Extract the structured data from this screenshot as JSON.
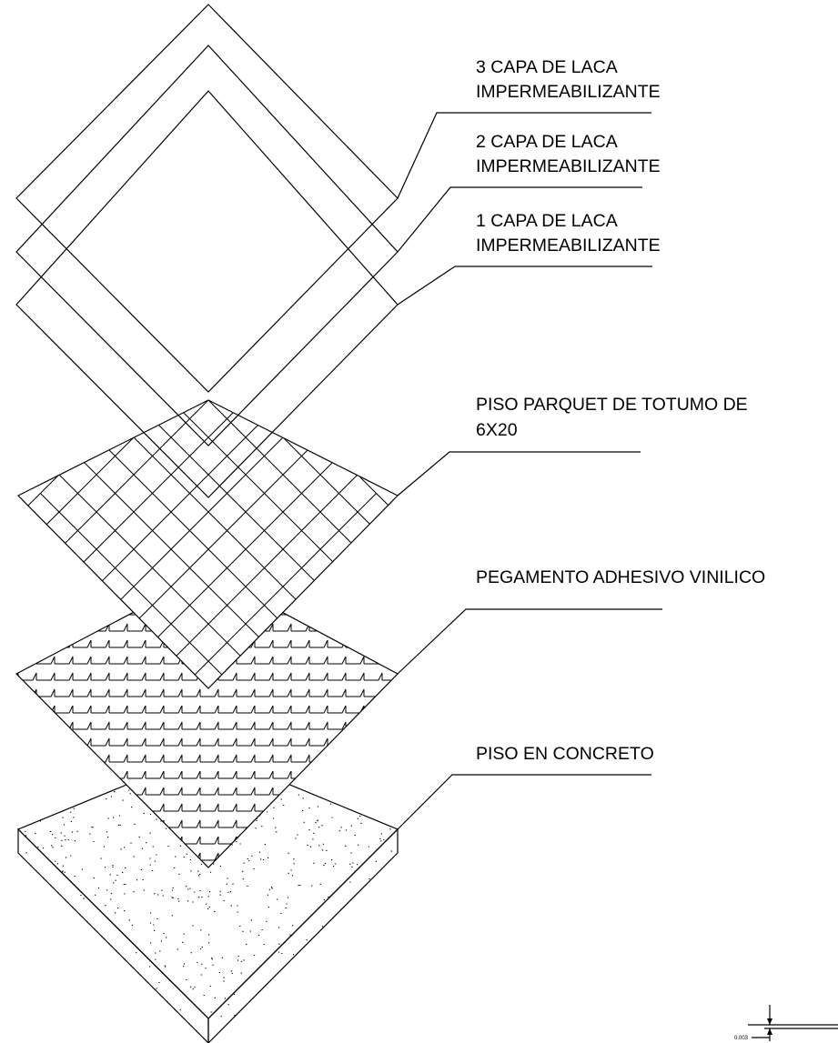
{
  "layers": [
    {
      "id": "laca-3",
      "line1": "3 CAPA DE LACA",
      "line2": "IMPERMEABILIZANTE"
    },
    {
      "id": "laca-2",
      "line1": "2 CAPA DE LACA",
      "line2": "IMPERMEABILIZANTE"
    },
    {
      "id": "laca-1",
      "line1": "1 CAPA DE LACA",
      "line2": "IMPERMEABILIZANTE"
    },
    {
      "id": "parquet",
      "line1": "PISO PARQUET  DE TOTUMO DE",
      "line2": "6X20"
    },
    {
      "id": "pegamento",
      "line1": "PEGAMENTO ADHESIVO VINILICO",
      "line2": ""
    },
    {
      "id": "concreto",
      "line1": "PISO EN CONCRETO",
      "line2": ""
    }
  ],
  "dimension": {
    "value": "0.003"
  }
}
